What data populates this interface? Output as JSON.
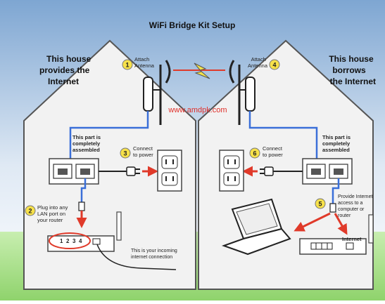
{
  "title": "WiFi Bridge Kit Setup",
  "left_house": {
    "heading": [
      "This house",
      "provides the",
      "Internet"
    ],
    "assembled_label": [
      "This part is",
      "completely",
      "assembled"
    ],
    "router_label": "This is your incoming",
    "router_label2": "internet connection",
    "ports": [
      "1",
      "2",
      "3",
      "4"
    ]
  },
  "right_house": {
    "heading": [
      "This house",
      "borrows",
      "the Internet"
    ],
    "assembled_label": [
      "This part is",
      "completely",
      "assembled"
    ],
    "router_label": "Internet"
  },
  "steps": [
    {
      "number": "1",
      "lines": [
        "Attach",
        "Antenna"
      ]
    },
    {
      "number": "2",
      "lines": [
        "Plug into any",
        "LAN port on",
        "your router"
      ]
    },
    {
      "number": "3",
      "lines": [
        "Connect",
        "to power"
      ]
    },
    {
      "number": "4",
      "lines": [
        "Attach",
        "Antenna"
      ]
    },
    {
      "number": "5",
      "lines": [
        "Provide Internet",
        "access to a",
        "computer or",
        "router"
      ]
    },
    {
      "number": "6",
      "lines": [
        "Connect",
        "to power"
      ]
    }
  ],
  "website": "www.amdpk.com",
  "colors": {
    "sky_top": "#8aaed6",
    "sky_bottom": "#ffffff",
    "grass": "#a8e08a",
    "step_circle": "#f7e14a",
    "arrow_red": "#e03a2a",
    "cable_blue": "#3a6fd8",
    "website_red": "#e0302a",
    "lightning": "#f2e24a"
  }
}
